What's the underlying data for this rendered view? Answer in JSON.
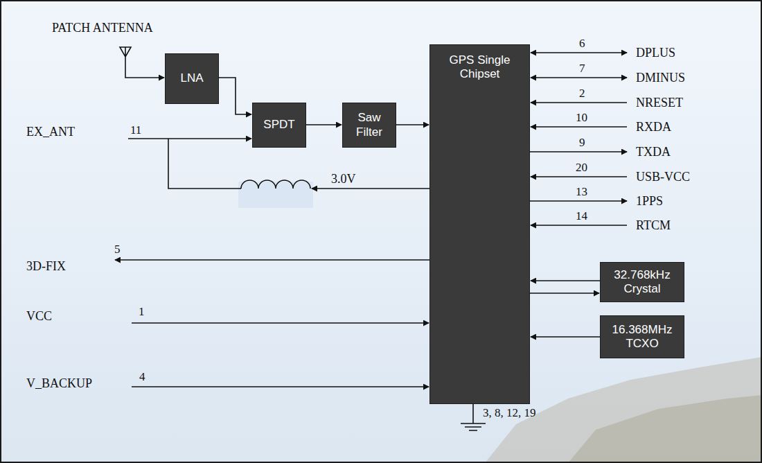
{
  "diagram": {
    "nodes": [
      {
        "text": [
          "LNA"
        ]
      },
      {
        "text": [
          "SPDT"
        ]
      },
      {
        "text": [
          "Saw Filter"
        ]
      },
      {
        "text": [
          "GPS Single Chipset"
        ]
      },
      {
        "text": [
          "32.768kHz Crystal"
        ]
      },
      {
        "text": [
          "16.368MHz TCXO"
        ]
      }
    ],
    "edges": [
      {
        "from": 0,
        "to": 1,
        "arrow": "to"
      },
      {
        "from": 1,
        "to": 2,
        "arrow": "to"
      },
      {
        "from": 2,
        "to": 3,
        "arrow": "to"
      },
      {
        "from": 4,
        "to": 3,
        "arrow": "to"
      },
      {
        "from": 3,
        "to": 4,
        "arrow": "to"
      },
      {
        "from": 5,
        "to": 3,
        "arrow": "to"
      }
    ],
    "labels": [
      "PATCH ANTENNA",
      "EX_ANT",
      "11",
      "3.0V",
      "3D-FIX",
      "5",
      "VCC",
      "1",
      "V_BACKUP",
      "4",
      "6",
      "DPLUS",
      "7",
      "DMINUS",
      "2",
      "NRESET",
      "10",
      "RXDA",
      "9",
      "TXDA",
      "20",
      "USB-VCC",
      "13",
      "1PPS",
      "14",
      "RTCM",
      "3, 8, 12, 19"
    ]
  }
}
